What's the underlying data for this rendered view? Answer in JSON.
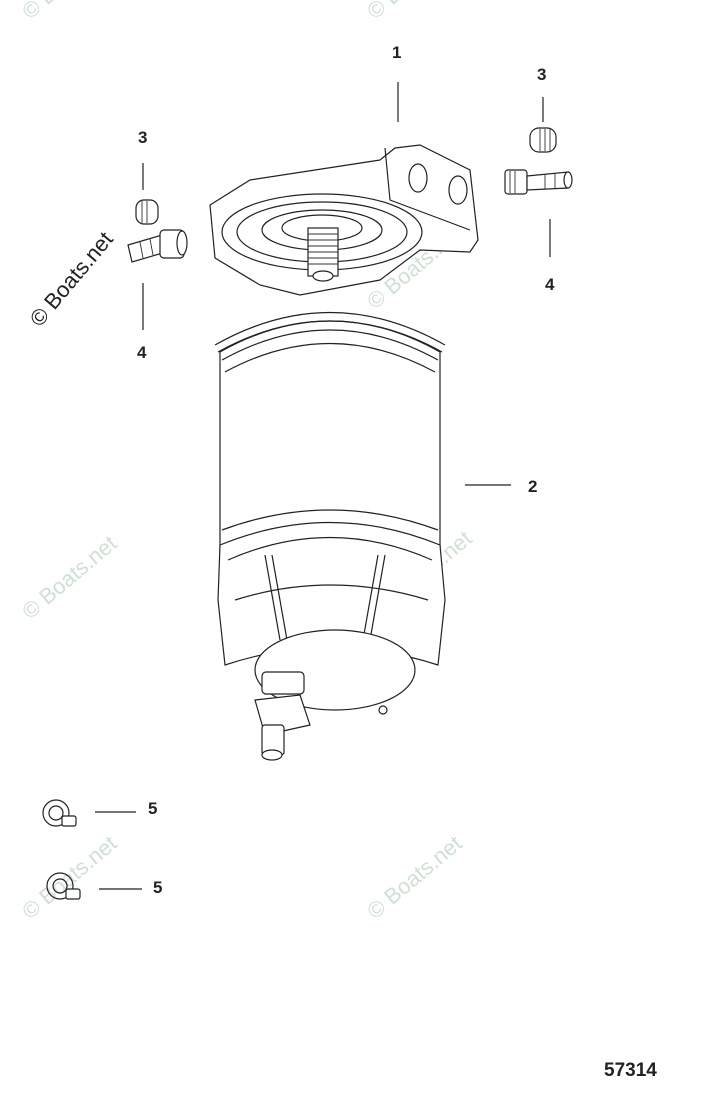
{
  "diagram": {
    "callouts": [
      {
        "id": "c1",
        "number": "1",
        "part": "filter-head"
      },
      {
        "id": "c2",
        "number": "2",
        "part": "filter-element"
      },
      {
        "id": "c3a",
        "number": "3",
        "part": "plug-left"
      },
      {
        "id": "c3b",
        "number": "3",
        "part": "plug-right"
      },
      {
        "id": "c4a",
        "number": "4",
        "part": "fitting-left"
      },
      {
        "id": "c4b",
        "number": "4",
        "part": "fitting-right"
      },
      {
        "id": "c5a",
        "number": "5",
        "part": "hose-clamp-1"
      },
      {
        "id": "c5b",
        "number": "5",
        "part": "hose-clamp-2"
      }
    ],
    "diagram_number": "57314",
    "watermark": "© Boats.net",
    "colors": {
      "line": "#222222",
      "watermark": "#cfe0d4",
      "background": "#ffffff"
    }
  }
}
